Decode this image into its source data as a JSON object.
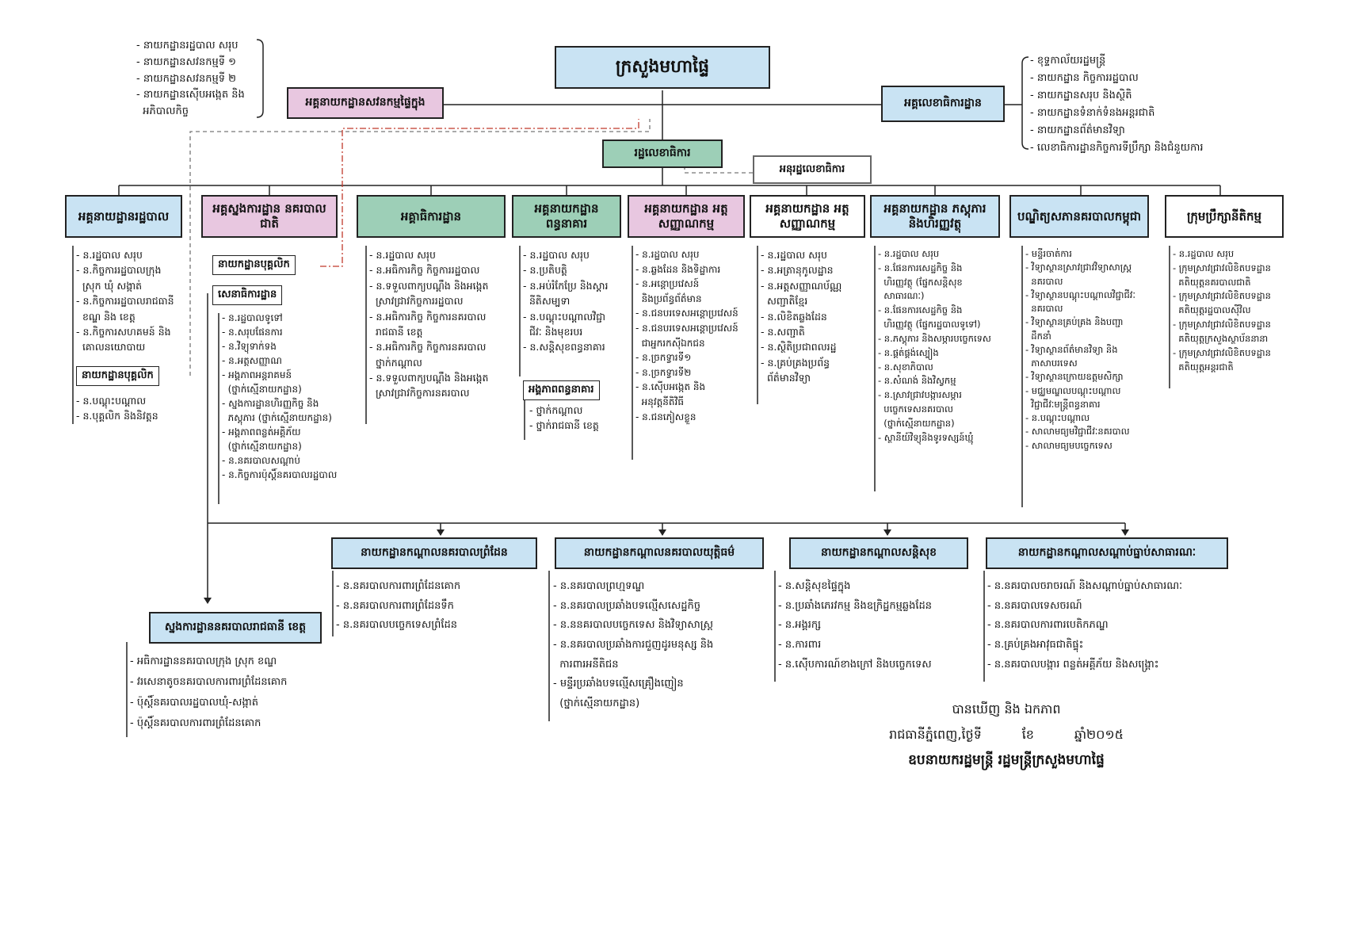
{
  "header": {
    "ministry": "ក្រសួងមហាផ្ទៃ",
    "audit_dept": "អគ្គនាយកដ្ឋានសវនកម្មផ្ទៃក្នុង",
    "gen_secretariat": "អគ្គលេខាធិការដ្ឋាន",
    "secretaries_of_state": "រដ្ឋលេខាធិការ",
    "under_secretaries": "អនុរដ្ឋលេខាធិការ"
  },
  "audit_units": [
    "- នាយកដ្ឋានរដ្ឋបាល សរុប",
    "- នាយកដ្ឋានសវនកម្មទី ១",
    "- នាយកដ្ឋានសវនកម្មទី ២",
    "- នាយកដ្ឋានស៊ើបអង្កេត និង",
    "  អភិបាលកិច្ច"
  ],
  "gs_units": [
    "- ខុទ្ទកាល័យរដ្ឋមន្ត្រី",
    "- នាយកដ្ឋាន កិច្ចការរដ្ឋបាល",
    "- នាយកដ្ឋានសរុប និងស្ថិតិ",
    "- នាយកដ្ឋានទំនាក់ទំនងអន្តរជាតិ",
    "- នាយកដ្ឋានព័ត៌មានវិទ្យា",
    "- លេខាធិការដ្ឋានកិច្ចការទីប្រឹក្សា និងជំនួយការ"
  ],
  "departments": [
    {
      "label": "អគ្គនាយដ្ឋានរដ្ឋបាល"
    },
    {
      "label": "អគ្គស្នងការដ្ឋាន នគរបាលជាតិ"
    },
    {
      "label": "អគ្គាធិការដ្ឋាន"
    },
    {
      "label": "អគ្គនាយកដ្ឋាន ពន្ធនាគារ"
    },
    {
      "label": "អគ្គនាយកដ្ឋាន អត្តសញ្ញាណកម្ម"
    },
    {
      "label": "អគ្គនាយកដ្ឋាន អត្តសញ្ញាណកម្ម"
    },
    {
      "label": "អគ្គនាយកដ្ឋាន ភស្តុភារ និងហិរញ្ញវត្ថុ"
    },
    {
      "label": "បណ្ឌិត្យសភានគរបាលកម្ពុជា"
    },
    {
      "label": "ក្រុមប្រឹក្សានីតិកម្ម"
    }
  ],
  "admin_list": [
    "- ន.រដ្ឋបាល សរុប",
    "- ន.កិច្ចការរដ្ឋបាលក្រុង",
    "  ស្រុក ឃុំ សង្កាត់",
    "- ន.កិច្ចការរដ្ឋបាលរាជធានី",
    "  ខណ្ឌ និង ខេត្ត",
    "- ន.កិច្ចការសហគមន៍ និង",
    "  គោលនយោបាយ"
  ],
  "admin_list2": [
    "- ន.បណ្តុះបណ្តាល",
    "- ន.បុគ្គលិក និងនិវត្តន"
  ],
  "personnel_dept": "នាយកដ្ឋានបុគ្គលិក",
  "secretariat_label": "សេនាធិការដ្ឋាន",
  "police_list": [
    "- ន.រដ្ឋបាលទូទៅ",
    "- ន.សរុបផែនការ",
    "- ន.វិទ្យុទាក់ទង",
    "- ន.អត្តសញ្ញាណ",
    "- អង្គភាពអន្តរាគមន៍",
    "  (ថ្នាក់ស្មើនាយកដ្ឋាន)",
    "- ស្នងការដ្ឋានហិរញ្ញកិច្ច និង",
    "  ភស្តុភារ (ថ្នាក់ស្មើនាយកដ្ឋាន)",
    "- អង្គភាពពន្លត់អគ្គិភ័យ",
    "  (ថ្នាក់ស្មើនាយកដ្ឋាន)",
    "- ន.នគរបាលសណ្តាប់",
    "- ន.កិច្ចការប៉ុស្តិ៍នគរបាលរដ្ឋបាល"
  ],
  "inspect_list": [
    "- ន.រដ្ឋបាល សរុប",
    "- ន.អធិការកិច្ច កិច្ចការរដ្ឋបាល",
    "- ន.ទទួលពាក្យបណ្តឹង និងអង្កេត",
    "  ស្រាវជ្រាវកិច្ចការរដ្ឋបាល",
    "- ន.អធិការកិច្ច កិច្ចការនគរបាល",
    "  រាជធានី ខេត្ត",
    "- ន.អធិការកិច្ច កិច្ចការនគរបាល",
    "  ថ្នាក់កណ្តាល",
    "- ន.ទទួលពាក្យបណ្តឹង និងអង្កេត",
    "  ស្រាវជ្រាវកិច្ចការនគរបាល"
  ],
  "prison_list": [
    "- ន.រដ្ឋបាល សរុប",
    "- ន.ប្រតិបត្តិ",
    "- ន.អប់រំកែប្រែ និងស្តារ",
    "  នីតិសម្បទា",
    "- ន.បណ្តុះបណ្តាលវិជ្ជា",
    "  ជីវៈ និងមុខរបរ",
    "- ន.សន្តិសុខពន្ធនាគារ"
  ],
  "prison_unit": "អង្គភាពពន្ធនាគារ",
  "prison_sub": [
    "- ថ្នាក់កណ្តាល",
    "- ថ្នាក់រាជធានី ខេត្ត"
  ],
  "identity_list": [
    "- ន.រដ្ឋបាល សរុប",
    "- ន.ឆ្លងដែន និងទិដ្ឋាការ",
    "- ន.អន្តោប្រវេសន៍",
    "  និងប្រព័ន្ធព័ត៌មាន",
    "- ន.ជនបរទេសអន្តោប្រវេសន៍",
    "- ន.ជនបរទេសអន្តោប្រវេសន៍",
    "  ជាអ្នករកស៊ីឯកជន",
    "- ន.ច្រកទ្វារទី១",
    "- ន.ច្រកទ្វារទី២",
    "- ន.ស៊ើបអង្កេត និង",
    "  អនុវត្តនីតិវិធី",
    "- ន.ជនភៀសខ្លួន"
  ],
  "idcard_list": [
    "- ន.រដ្ឋបាល សរុប",
    "- ន.អត្រានុកូលដ្ឋាន",
    "- ន.អត្តសញ្ញាណប័ណ្ណ",
    "  សញ្ជាតិខ្មែរ",
    "- ន.លិខិតឆ្លងដែន",
    "- ន.សញ្ជាតិ",
    "- ន.ស្ថិតិប្រជាពលរដ្ឋ",
    "- ន.គ្រប់គ្រងប្រព័ន្ធ",
    "  ព័ត៌មានវិទ្យា"
  ],
  "finance_list": [
    "- ន.រដ្ឋបាល សរុប",
    "- ន.ផែនការសេដ្ឋកិច្ច និង",
    "  ហិរញ្ញវត្ថុ (ផ្នែកសន្តិសុខ",
    "  សាធារណៈ)",
    "- ន.ផែនការសេដ្ឋកិច្ច និង",
    "  ហិរញ្ញវត្ថុ (ផ្នែករដ្ឋបាលទូទៅ)",
    "- ន.ភស្តុភារ និងសម្ភារបច្ចេកទេស",
    "- ន.ផ្គត់ផ្គង់ស្បៀង",
    "- ន.សុខាភិបាល",
    "- ន.សំណង់ និងវិស្វកម្ម",
    "- ន.ស្រាវជ្រាវបង្ការសម្ភារ",
    "  បច្ចេកទេសនគរបាល",
    "  (ថ្នាក់ស្មើនាយកដ្ឋាន)",
    "- ស្ថានីយ៍វិទ្យុនិងទូរទស្សន៍ឃ្មុំ"
  ],
  "academy_list": [
    "- មន្ទីរចាត់ការ",
    "- វិទ្យាស្ថានស្រាវជ្រាវវិទ្យាសាស្ត្រ",
    "  នគរបាល",
    "- វិទ្យាស្ថានបណ្តុះបណ្តាលវិជ្ជាជីវៈ",
    "  នគរបាល",
    "- វិទ្យាស្ថានគ្រប់គ្រង និងបញ្ជា",
    "  ដឹកនាំ",
    "- វិទ្យាស្ថានព័ត៌មានវិទ្យា និង",
    "  ភាសាបរទេស",
    "- វិទ្យាស្ថានក្រោយឧត្តមសិក្សា",
    "- មជ្ឈមណ្ឌលបណ្តុះបណ្តាល",
    "  វិជ្ជាជីវៈមន្ត្រីពន្ធនាគារ",
    "- ន.បណ្តុះបណ្តាល",
    "- សាលាមធ្យមវិជ្ជាជីវៈនគរបាល",
    "- សាលាមធ្យមបច្ចេកទេស"
  ],
  "legal_list": [
    "- ន.រដ្ឋបាល សរុប",
    "- ក្រុមស្រាវជ្រាវលិខិតបទដ្ឋាន",
    "  គតិយុត្តនគរបាលជាតិ",
    "- ក្រុមស្រាវជ្រាវលិខិតបទដ្ឋាន",
    "  គតិយុត្តរដ្ឋបាលស៊ីវិល",
    "- ក្រុមស្រាវជ្រាវលិខិតបទដ្ឋាន",
    "  គតិយុត្តក្រសួងស្ថាប័ននានា",
    "- ក្រុមស្រាវជ្រាវលិខិតបទដ្ឋាន",
    "  គតិយុត្តអន្តរជាតិ"
  ],
  "central": [
    {
      "label": "នាយកដ្ឋានកណ្តាលនគរបាលព្រំដែន"
    },
    {
      "label": "នាយកដ្ឋានកណ្តាលនគរបាលយុត្តិធម៌"
    },
    {
      "label": "នាយកដ្ឋានកណ្តាលសន្តិសុខ"
    },
    {
      "label": "នាយកដ្ឋានកណ្តាលសណ្តាប់ធ្នាប់សាធារណៈ"
    }
  ],
  "border_list": [
    "- ន.នគរបាលការពារព្រំដែនគោក",
    "- ន.នគរបាលការពារព្រំដែនទឹក",
    "- ន.នគរបាលបច្ចេកទេសព្រំដែន"
  ],
  "justice_list": [
    "- ន.នគរបាលព្រហ្មទណ្ឌ",
    "- ន.នគរបាលប្រឆាំងបទល្មើសសេដ្ឋកិច្ច",
    "- ន.ននគរបាលបច្ចេកទេស និងវិទ្យាសាស្ត្រ",
    "- ន.នគរបាលប្រឆាំងការជួញដូរមនុស្ស និង",
    "  ការពារអនីតិជន",
    "- មន្ទីរប្រឆាំងបទល្មើសគ្រឿងញៀន",
    "  (ថ្នាក់ស្មើនាយកដ្ឋាន)"
  ],
  "security_list": [
    "- ន.សន្តិសុខផ្ទៃក្នុង",
    "- ន.ប្រឆាំងភេរវកម្ម និងឧក្រិដ្ឋកម្មឆ្លងដែន",
    "- ន.អង្គរក្ស",
    "- ន.ការពារ",
    "- ន.ស៊ើបការណ៍ខាងក្រៅ និងបច្ចេកទេស"
  ],
  "order_list": [
    "- ន.នគរបាលចរាចរណ៍ និងសណ្តាប់ធ្នាប់សាធារណៈ",
    "- ន.នគរបាលទេសចរណ៍",
    "- ន.នគរបាលការពារបេតិកភណ្ឌ",
    "- ន.គ្រប់គ្រងអាវុធជាតិផ្ទុះ",
    "- ន.នគរបាលបង្ការ ពន្លត់អគ្គីភ័យ និងសង្គ្រោះ"
  ],
  "provincial": "ស្នងការដ្ឋាននគរបាលរាជធានី ខេត្ត",
  "provincial_list": [
    "- អធិការដ្ឋាននគរបាលក្រុង ស្រុក ខណ្ឌ",
    "- វរសេនាតូចនគរបាលការពារព្រំដែនគោក",
    "- ប៉ុស្តិ៍នគរបាលរដ្ឋបាលឃុំ-សង្កាត់",
    "- ប៉ុស្តិ៍នគរបាលការពារព្រំដែនគោក"
  ],
  "signature": {
    "line1": "បានឃើញ និង ឯកភាព",
    "line2": "រាជធានីភ្នំពេញ,ថ្ងៃទី          ខែ          ឆ្នាំ២០១៥",
    "line3": "ឧបនាយករដ្ឋមន្ត្រី រដ្ឋមន្ត្រីក្រសួងមហាផ្ទៃ"
  },
  "colors": {
    "blue": "#c9e3f3",
    "green": "#9dcfb7",
    "pink": "#e8c7e0",
    "dash_red": "#c0392b"
  }
}
